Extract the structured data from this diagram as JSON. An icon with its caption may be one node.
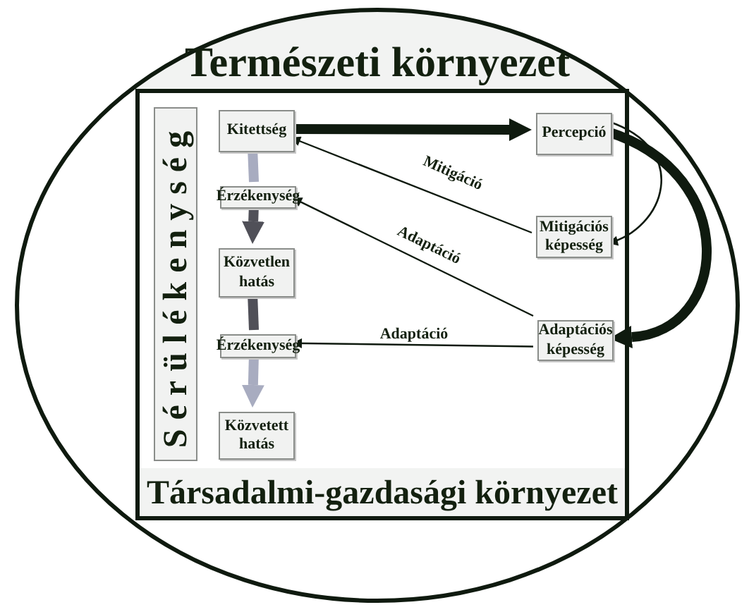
{
  "diagram": {
    "nodes": [
      {
        "text": [
          "Természeti környezet"
        ]
      },
      {
        "text": [
          "Társadalmi-gazdasági környezet"
        ],
        "in": 0
      },
      {
        "text": [
          "Sérülékenység"
        ],
        "in": 1
      },
      {
        "text": [
          "Kitettség"
        ],
        "in": 1
      },
      {
        "text": [
          "Érzékenység"
        ],
        "in": 1
      },
      {
        "text": [
          "Közvetlen hatás"
        ],
        "in": 1
      },
      {
        "text": [
          "Érzékenység"
        ],
        "in": 1
      },
      {
        "text": [
          "Közvetett hatás"
        ],
        "in": 1
      },
      {
        "text": [
          "Percepció"
        ],
        "in": 1
      },
      {
        "text": [
          "Mitigációs képesség"
        ],
        "in": 1
      },
      {
        "text": [
          "Adaptációs képesség"
        ],
        "in": 1
      }
    ],
    "edges": [
      {
        "from": 3,
        "to": 4,
        "arrow": "none",
        "color": "#a8acc0"
      },
      {
        "from": 4,
        "to": 5,
        "arrow": "to",
        "color": "#505058"
      },
      {
        "from": 5,
        "to": 6,
        "arrow": "none",
        "color": "#505058"
      },
      {
        "from": 6,
        "to": 7,
        "arrow": "to",
        "color": "#a8acc0"
      },
      {
        "from": 3,
        "to": 8,
        "arrow": "to"
      },
      {
        "from": 8,
        "to": 9,
        "arrow": "to"
      },
      {
        "from": 8,
        "to": 10,
        "arrow": "to"
      },
      {
        "from": 9,
        "to": 3,
        "arrow": "to",
        "label": "Mitigáció"
      },
      {
        "from": 10,
        "to": 4,
        "arrow": "to",
        "label": "Adaptáció"
      },
      {
        "from": 10,
        "to": 6,
        "arrow": "to",
        "label": "Adaptáció"
      }
    ]
  }
}
